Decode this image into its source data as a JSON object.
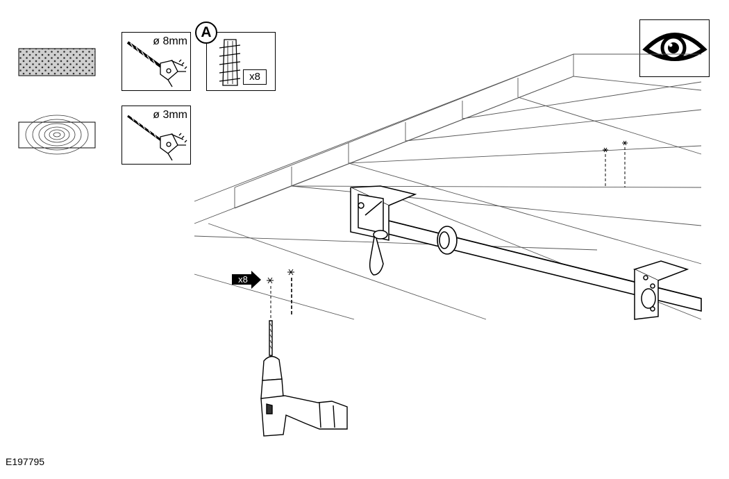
{
  "materials": [
    {
      "name": "concrete",
      "drill_size": "ø 8mm"
    },
    {
      "name": "wood",
      "drill_size": "ø 3mm"
    }
  ],
  "anchor_pack": {
    "label": "A",
    "quantity": "x8"
  },
  "drill_callout": {
    "quantity": "x8"
  },
  "view_icon": "eye-icon",
  "figure_id": "E197795"
}
